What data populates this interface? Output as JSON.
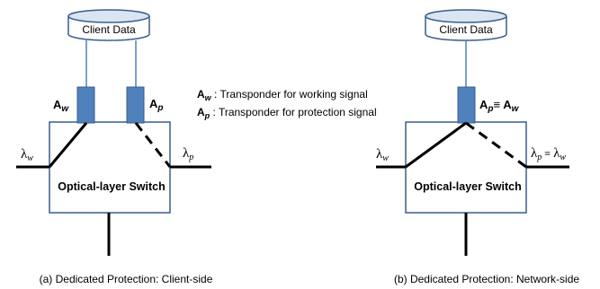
{
  "diagrams": [
    {
      "client_label": "Client Data",
      "transponder_working": {
        "letter": "A",
        "sub": "w"
      },
      "transponder_protection": {
        "letter": "A",
        "sub": "p"
      },
      "switch_label": "Optical-layer Switch",
      "lambda_working": {
        "letter": "λ",
        "sub": "w"
      },
      "lambda_protection": {
        "letter": "λ",
        "sub": "p"
      },
      "caption": "(a) Dedicated Protection:  Client-side"
    },
    {
      "client_label": "Client Data",
      "transponder_label": {
        "a1": "A",
        "s1": "p",
        "eq": "≡ ",
        "a2": "A",
        "s2": "w"
      },
      "switch_label": "Optical-layer Switch",
      "lambda_working": {
        "letter": "λ",
        "sub": "w"
      },
      "lambda_equiv": {
        "l1": "λ",
        "s1": "p",
        "eq": " ≡ ",
        "l2": "λ",
        "s2": "w"
      },
      "caption": "(b) Dedicated Protection:  Network-side"
    }
  ],
  "legend": {
    "working": {
      "letter": "A",
      "sub": "w",
      "text": " : Transponder for working signal"
    },
    "protection": {
      "letter": "A",
      "sub": "p",
      "text": " : Transponder for protection  signal"
    }
  },
  "colors": {
    "transponder": "#4f81bd",
    "transponder_border": "#385d8a",
    "cylinder_top": "#dbe5f1",
    "fiber": "#4f81bd",
    "switch_border": "#385d8a"
  }
}
